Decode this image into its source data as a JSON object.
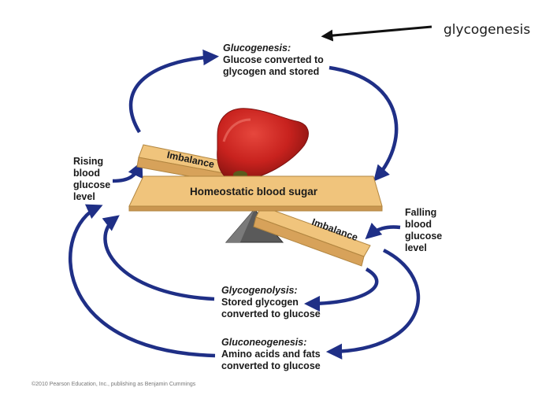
{
  "annotation": {
    "text": "glycogenesis"
  },
  "center_label": "Homeostatic blood sugar",
  "imbalance_top": "Imbalance",
  "imbalance_bottom": "Imbalance",
  "glucogenesis": {
    "title": "Glucogenesis:",
    "line1": "Glucose converted to",
    "line2": "glycogen and stored"
  },
  "rising": {
    "lines": [
      "Rising",
      "blood",
      "glucose",
      "level"
    ]
  },
  "falling": {
    "lines": [
      "Falling",
      "blood",
      "glucose",
      "level"
    ]
  },
  "glycogenolysis": {
    "title": "Glycogenolysis:",
    "line1": "Stored glycogen",
    "line2": "converted to glucose"
  },
  "gluconeogenesis": {
    "title": "Gluconeogenesis:",
    "line1": "Amino acids and fats",
    "line2": "converted to glucose"
  },
  "footer": {
    "text": "©2010 Pearson Education, Inc., publishing as Benjamin Cummings"
  },
  "colors": {
    "arrow": "#1f2f86",
    "board": "#f0c47c",
    "board_edge": "#b28640",
    "liver": "#c8221e",
    "fulcrum": "#555555"
  }
}
